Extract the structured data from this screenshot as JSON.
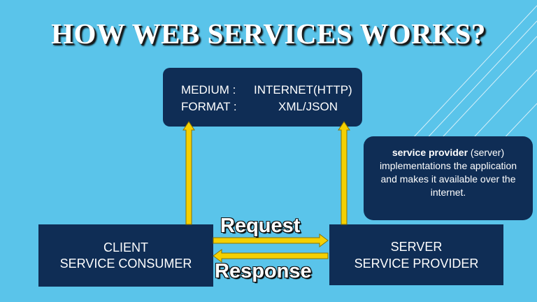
{
  "title": "HOW WEB SERVICES WORKS?",
  "medium_box": {
    "medium_label": "MEDIUM :",
    "medium_value": "INTERNET(HTTP)",
    "format_label": "FORMAT :",
    "format_value": "XML/JSON"
  },
  "provider_note": {
    "bold_text": "service provider",
    "text": " (server) implementations the application and makes it available over the internet."
  },
  "client_box": {
    "line1": "CLIENT",
    "line2": "SERVICE CONSUMER"
  },
  "server_box": {
    "line1": "SERVER",
    "line2": "SERVICE PROVIDER"
  },
  "flows": {
    "request": "Request",
    "response": "Response"
  },
  "colors": {
    "background": "#5ac4ea",
    "box": "#0f2d55",
    "arrow_fill": "#f5d000",
    "arrow_stroke": "#8a7400"
  }
}
